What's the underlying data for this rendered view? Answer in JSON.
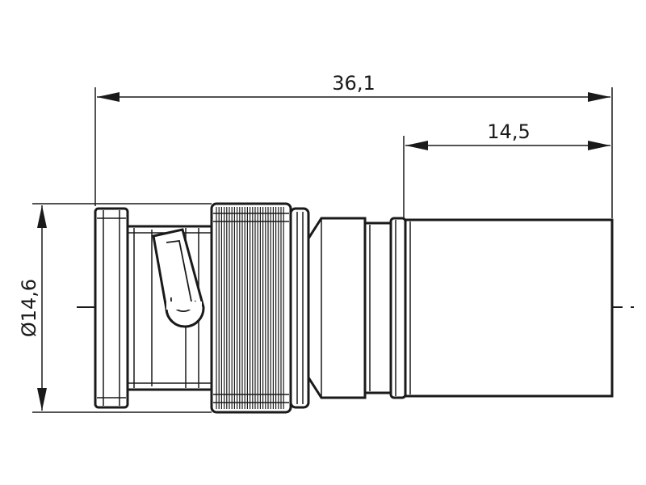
{
  "drawing": {
    "dimensions": {
      "overall_length": "36,1",
      "sleeve_length": "14,5",
      "diameter": "Ø14,6"
    }
  }
}
